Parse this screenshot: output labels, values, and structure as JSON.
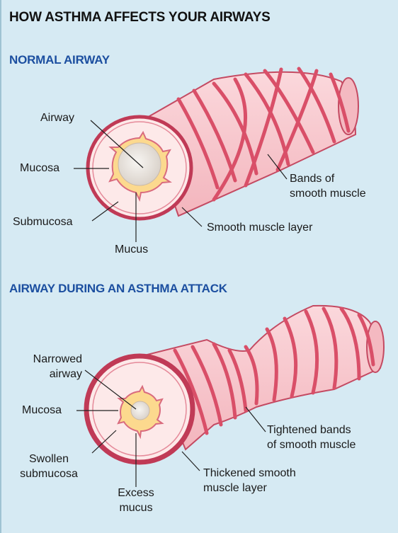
{
  "title": "HOW ASTHMA AFFECTS YOUR AIRWAYS",
  "normal": {
    "heading": "NORMAL AIRWAY",
    "labels": {
      "airway": "Airway",
      "mucosa": "Mucosa",
      "submucosa": "Submucosa",
      "mucus": "Mucus",
      "bands_line1": "Bands of",
      "bands_line2": "smooth muscle",
      "smooth_muscle_layer": "Smooth muscle layer"
    }
  },
  "attack": {
    "heading": "AIRWAY DURING AN ASTHMA ATTACK",
    "labels": {
      "narrowed_line1": "Narrowed",
      "narrowed_line2": "airway",
      "mucosa": "Mucosa",
      "swollen_line1": "Swollen",
      "swollen_line2": "submucosa",
      "excess_line1": "Excess",
      "excess_line2": "mucus",
      "tightened_line1": "Tightened bands",
      "tightened_line2": "of smooth muscle",
      "thickened_line1": "Thickened smooth",
      "thickened_line2": "muscle layer"
    }
  },
  "colors": {
    "tube": "#f7c6cc",
    "muscle": "#d94f68",
    "outline": "#b8314d",
    "submucosa": "#fbe3e3",
    "mucosa": "#fbe0a6",
    "lumen": "#e9e4df",
    "heading": "#1c4fa0"
  }
}
